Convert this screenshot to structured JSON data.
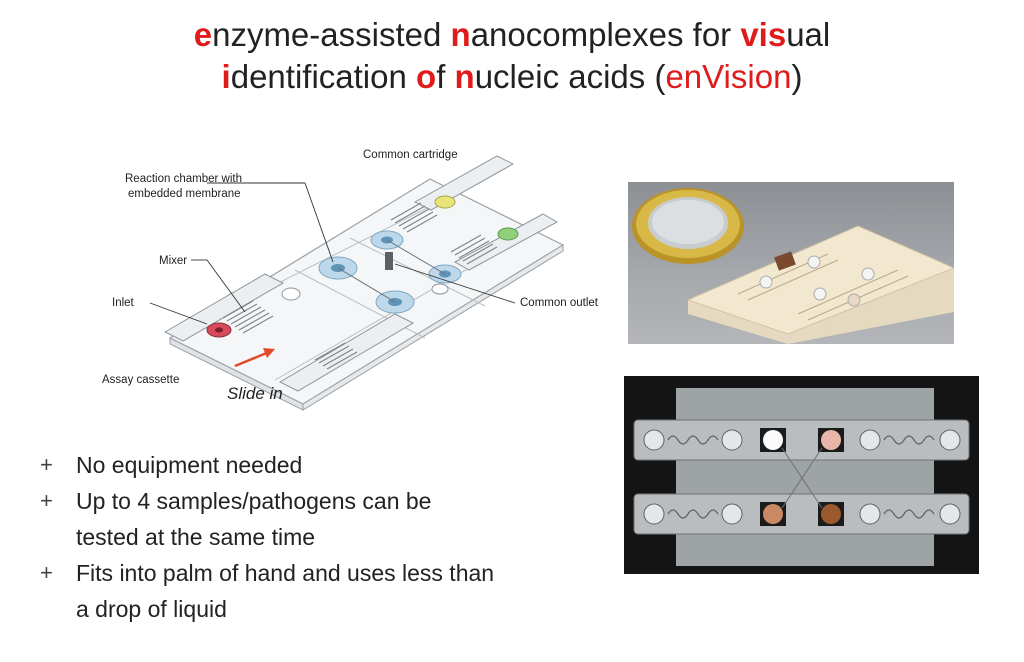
{
  "title": {
    "line1": [
      {
        "t": "e",
        "hl": true
      },
      {
        "t": "nzyme-assisted ",
        "hl": false
      },
      {
        "t": "n",
        "hl": true
      },
      {
        "t": "anocomplexes for ",
        "hl": false
      },
      {
        "t": "vis",
        "hl": true
      },
      {
        "t": "ual",
        "hl": false
      }
    ],
    "line2": [
      {
        "t": "i",
        "hl": true
      },
      {
        "t": "dentification ",
        "hl": false
      },
      {
        "t": "o",
        "hl": true
      },
      {
        "t": "f ",
        "hl": false
      },
      {
        "t": "n",
        "hl": true
      },
      {
        "t": "ucleic acids (",
        "hl": false
      },
      {
        "t": "enVision",
        "hl": "red"
      },
      {
        "t": ")",
        "hl": false
      }
    ]
  },
  "diagram": {
    "labels": {
      "common_cartridge": "Common cartridge",
      "reaction_chamber_1": "Reaction chamber with",
      "reaction_chamber_2": "embedded membrane",
      "mixer": "Mixer",
      "inlet": "Inlet",
      "common_outlet": "Common outlet",
      "assay_cassette": "Assay cassette",
      "slide_in": "Slide in"
    },
    "colors": {
      "inlet": "#d64a5a",
      "yellow": "#e8e37a",
      "green": "#8fd07a",
      "chamber": "#9cc5e0",
      "arrow": "#e24a2a"
    }
  },
  "bullets": [
    {
      "mark": "+",
      "lines": [
        "No equipment needed"
      ]
    },
    {
      "mark": "+",
      "lines": [
        "Up to 4 samples/pathogens can be",
        "tested at the same time"
      ]
    },
    {
      "mark": "+",
      "lines": [
        "Fits into palm of hand and uses less than",
        "a drop of liquid"
      ]
    }
  ],
  "photos": {
    "top": "photo-of-chip-next-to-coin",
    "bottom": "photo-of-chip-top-view-on-black"
  }
}
